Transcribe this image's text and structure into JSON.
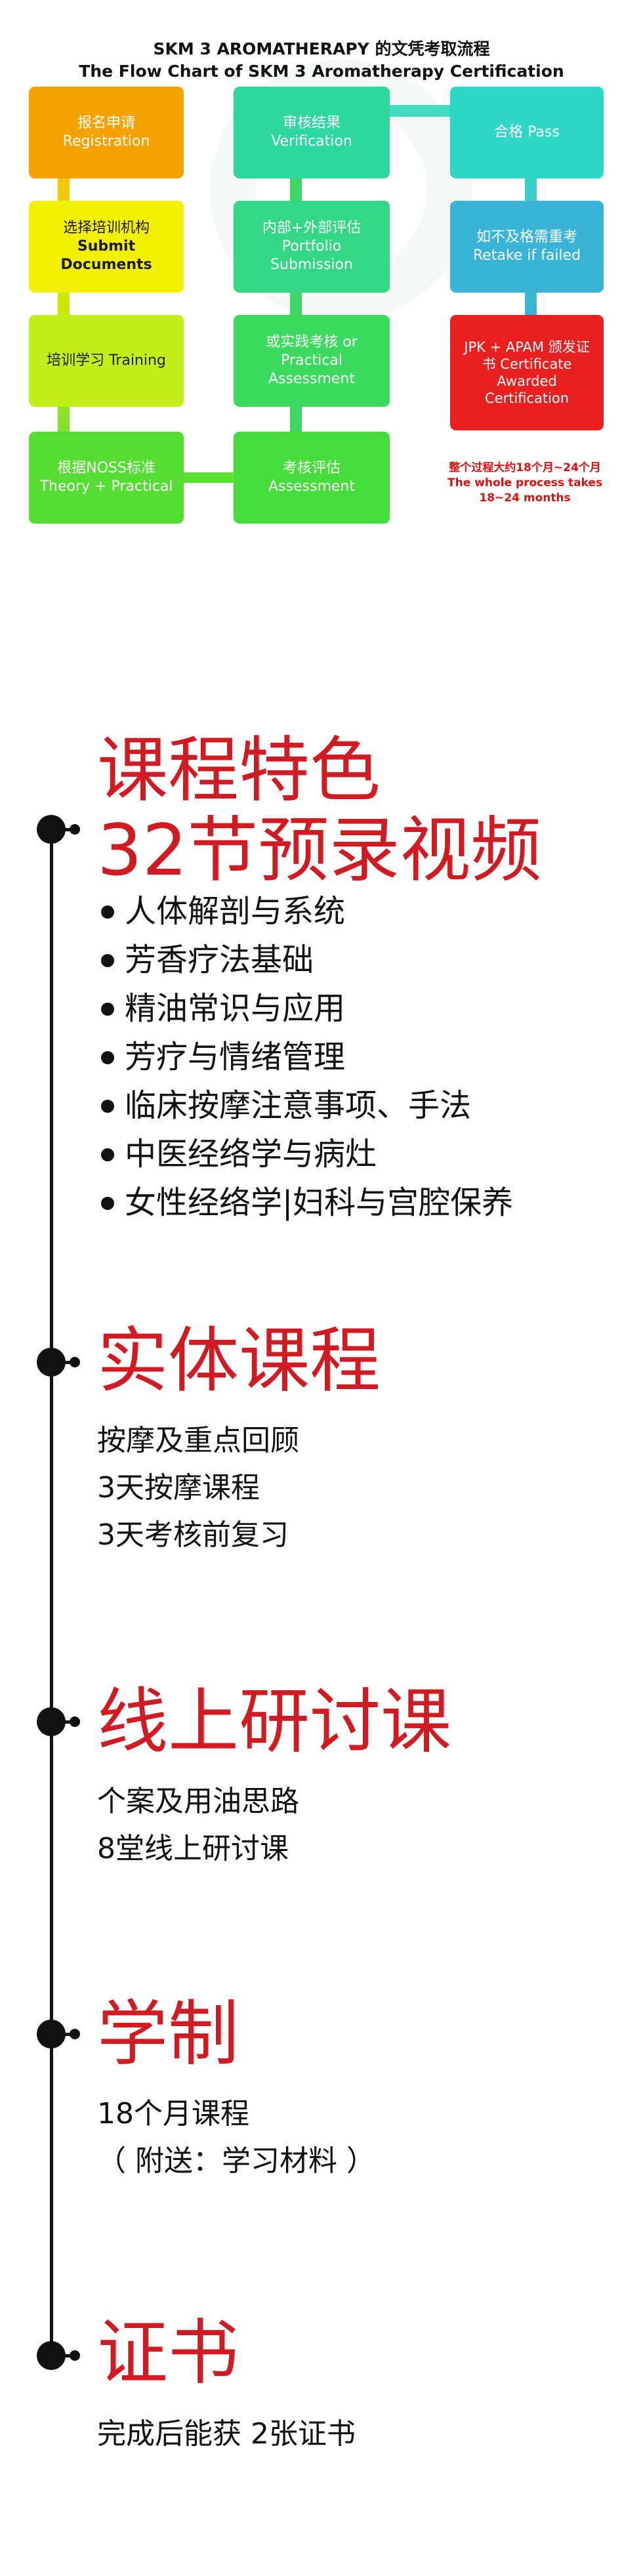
{
  "flowchart": {
    "title_cn": "SKM 3 AROMATHERAPY 的文凭考取流程",
    "title_en": "The Flow Chart of SKM 3 Aromatherapy Certification",
    "boxes": {
      "registration": {
        "line1": "报名申请",
        "line2": "Registration"
      },
      "submit": {
        "line1": "选择培训机构",
        "line2": "Submit",
        "line3": "Documents"
      },
      "training": {
        "line1": "培训学习 Training"
      },
      "theory": {
        "line1": "根据NOSS标准",
        "line2": "Theory + Practical"
      },
      "verification": {
        "line1": "审核结果",
        "line2": "Verification"
      },
      "portfolio": {
        "line1": "内部+外部评估",
        "line2": "Portfolio",
        "line3": "Submission"
      },
      "practical": {
        "line1": "或实践考核 or",
        "line2": "Practical",
        "line3": "Assessment"
      },
      "assessment": {
        "line1": "考核评估",
        "line2": "Assessment"
      },
      "pass": {
        "line1": "合格 Pass"
      },
      "retake": {
        "line1": "如不及格需重考",
        "line2": "Retake if failed"
      },
      "certificate": {
        "line1": "JPK + APAM 颁发证",
        "line2": "书 Certificate",
        "line3": "Awarded",
        "line4": "Certification"
      }
    },
    "note": {
      "line1": "整个过程大约18个月~24个月",
      "line2": "The whole process takes",
      "line3": "18~24 months"
    }
  },
  "sections": {
    "features": {
      "heading_line1": "课程特色",
      "heading_line2": "32节预录视频",
      "items": [
        "人体解剖与系统",
        "芳香疗法基础",
        "精油常识与应用",
        "芳疗与情绪管理",
        "临床按摩注意事项、手法",
        "中医经络学与病灶",
        "女性经络学|妇科与宫腔保养"
      ]
    },
    "physical": {
      "heading": "实体课程",
      "lines": [
        "按摩及重点回顾",
        "3天按摩课程",
        "3天考核前复习"
      ]
    },
    "online": {
      "heading": "线上研讨课",
      "lines": [
        "个案及用油思路",
        "8堂线上研讨课"
      ]
    },
    "duration": {
      "heading": "学制",
      "lines": [
        "18个月课程",
        "（ 附送：学习材料 ）"
      ]
    },
    "certificate": {
      "heading": "证书",
      "lines": [
        "完成后能获 2张证书"
      ]
    }
  },
  "colors": {
    "orange": "#f5a300",
    "yellow": "#f3f000",
    "green": "#55dd33",
    "teal": "#2ed6a0",
    "blue": "#3ab4d6",
    "red": "#e82020",
    "heading_red": "#d11b23"
  }
}
